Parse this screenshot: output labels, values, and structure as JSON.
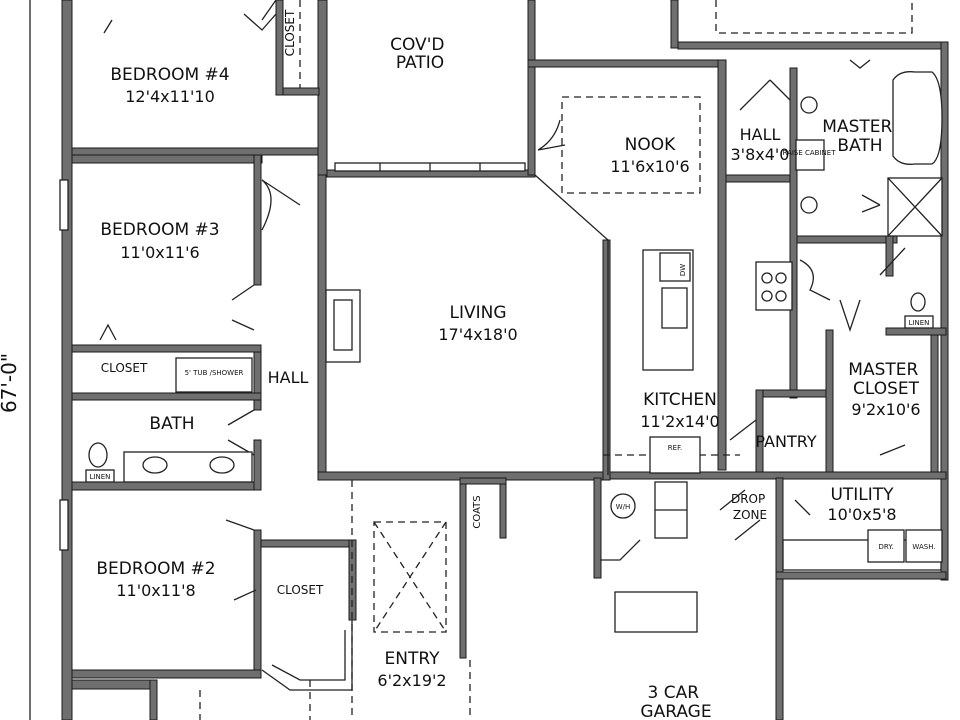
{
  "plan": {
    "overall_dimension": "67'-0\"",
    "rooms": [
      {
        "name": "BEDROOM #4",
        "size": "12'4x11'10"
      },
      {
        "name": "CLOSET",
        "size": ""
      },
      {
        "name": "COV'D PATIO",
        "size": ""
      },
      {
        "name": "NOOK",
        "size": "11'6x10'6"
      },
      {
        "name": "HALL",
        "size": "3'8x4'0"
      },
      {
        "name": "MASTER BATH",
        "size": ""
      },
      {
        "name": "BEDROOM #3",
        "size": "11'0x11'6"
      },
      {
        "name": "LIVING",
        "size": "17'4x18'0"
      },
      {
        "name": "CLOSET",
        "size": ""
      },
      {
        "name": "HALL",
        "size": ""
      },
      {
        "name": "BATH",
        "size": ""
      },
      {
        "name": "KITCHEN",
        "size": "11'2x14'0"
      },
      {
        "name": "MASTER CLOSET",
        "size": "9'2x10'6"
      },
      {
        "name": "PANTRY",
        "size": ""
      },
      {
        "name": "BEDROOM #2",
        "size": "11'0x11'8"
      },
      {
        "name": "CLOSET",
        "size": ""
      },
      {
        "name": "COATS",
        "size": ""
      },
      {
        "name": "DROP ZONE",
        "size": ""
      },
      {
        "name": "UTILITY",
        "size": "10'0x5'8"
      },
      {
        "name": "ENTRY",
        "size": "6'2x19'2"
      },
      {
        "name": "3 CAR GARAGE",
        "size": ""
      }
    ],
    "fixtures": {
      "tub": "5' TUB /SHOWER",
      "linen_a": "LINEN",
      "linen_b": "LINEN",
      "raised_cabinet": "RAISE CABINET",
      "dishwasher": "DW",
      "refrigerator": "REF.",
      "water_heater": "W/H",
      "dryer": "DRY.",
      "washer": "WASH."
    }
  }
}
